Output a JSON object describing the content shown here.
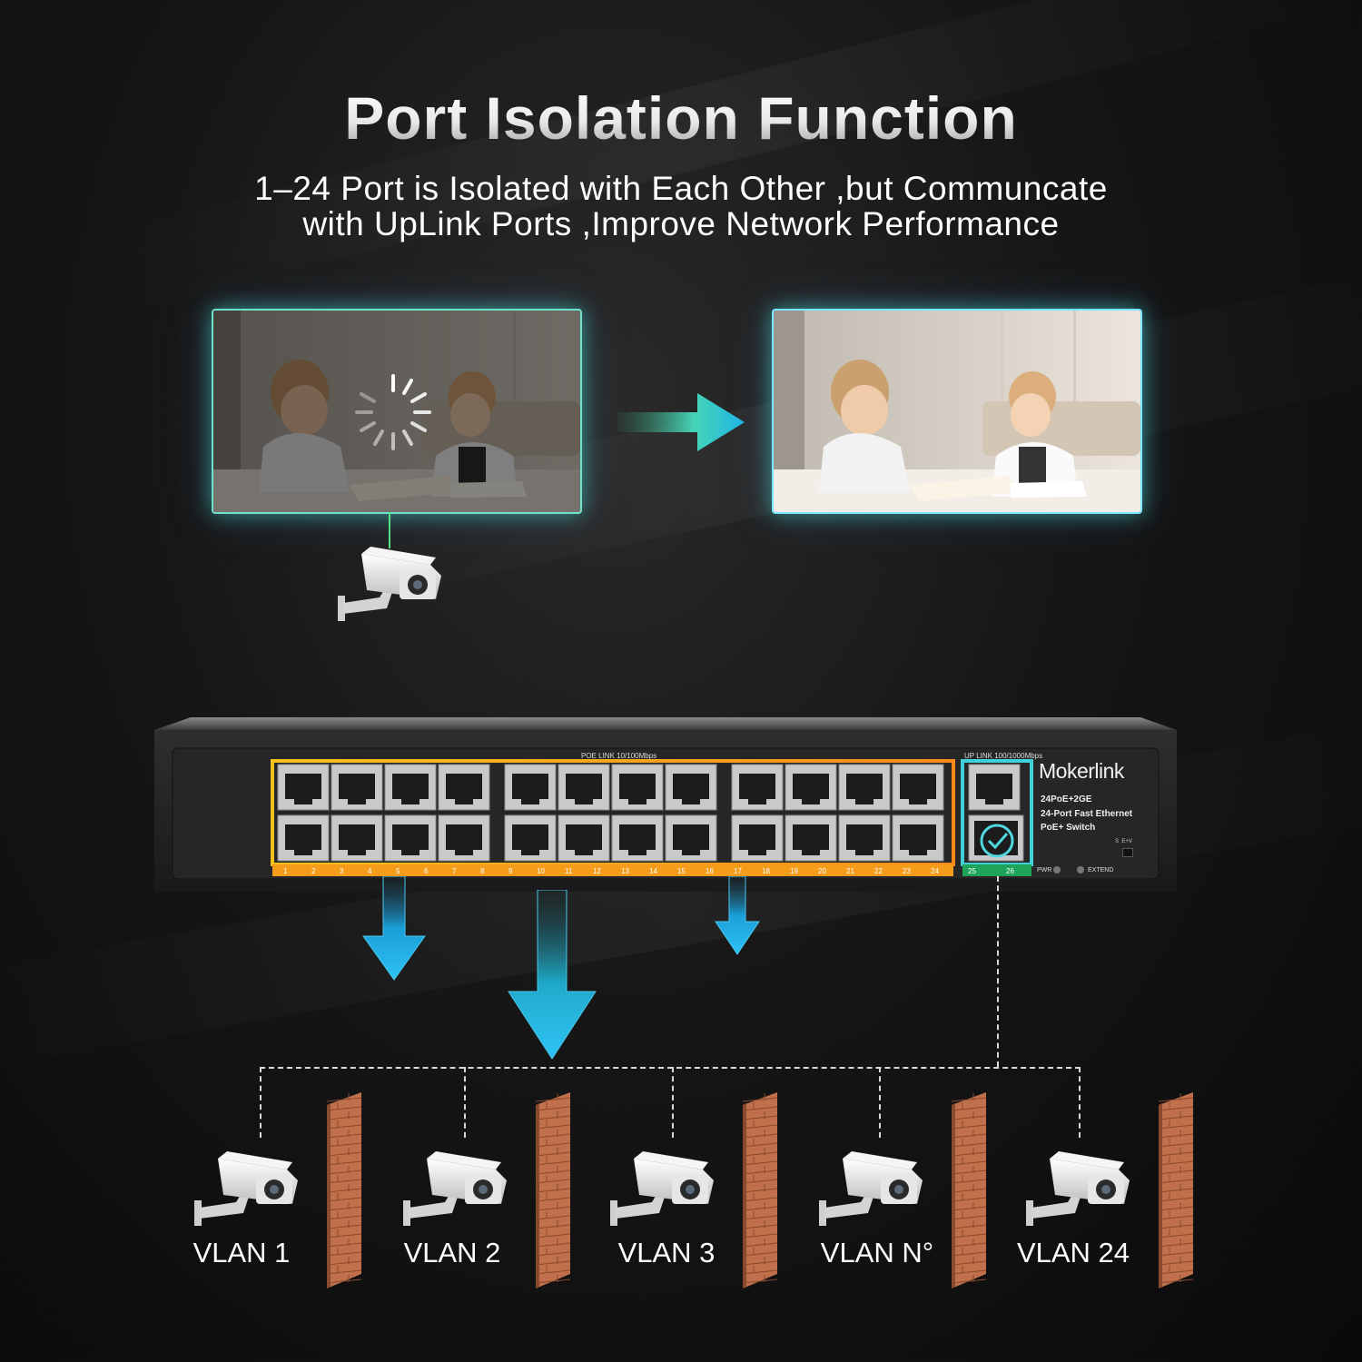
{
  "title": "Port Isolation Function",
  "subtitle_line1": "1–24 Port is Isolated with Each Other ,but Communcate",
  "subtitle_line2": "with UpLink Ports ,Improve Network Performance",
  "switch": {
    "brand": "Mokerlink",
    "model_line1": "24PoE+2GE",
    "model_line2": "24-Port Fast Ethernet",
    "model_line3": "PoE+ Switch",
    "poe_label": "POE LINK 10/100Mbps",
    "uplink_label": "UP LINK 100/1000Mbps",
    "pwr_label": "PWR",
    "extend_label": "EXTEND",
    "dip_label": "S  E+V",
    "port_numbers": [
      "1",
      "2",
      "3",
      "4",
      "5",
      "6",
      "7",
      "8",
      "9",
      "10",
      "11",
      "12",
      "13",
      "14",
      "15",
      "16",
      "17",
      "18",
      "19",
      "20",
      "21",
      "22",
      "23",
      "24"
    ],
    "uplink_ports": [
      "25",
      "26"
    ]
  },
  "vlans": [
    "VLAN 1",
    "VLAN 2",
    "VLAN 3",
    "VLAN N°",
    "VLAN 24"
  ],
  "colors": {
    "poe_frame": "#f7a21b",
    "uplink_frame": "#3fd0d8",
    "arrow": "#22b6ea",
    "wall": "#c0704a"
  },
  "icons": [
    "loading-spinner-icon",
    "right-arrow-icon",
    "down-arrow-icon",
    "check-circle-icon",
    "security-camera-icon",
    "brick-wall-icon"
  ]
}
